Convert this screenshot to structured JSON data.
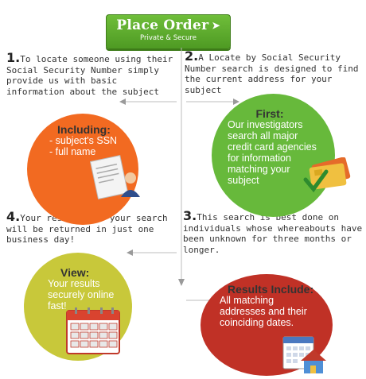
{
  "order_button": {
    "title": "Place Order",
    "subtitle": "Private & Secure"
  },
  "steps": [
    {
      "num": "1.",
      "text": "To locate someone using their Social Security Number simply provide us with basic information about the subject"
    },
    {
      "num": "2.",
      "text": "A Locate by Social Security Number search is designed to find the current address for your subject"
    },
    {
      "num": "3.",
      "text": "This search is best done on individuals whose whereabouts have been unknown for three months or longer."
    },
    {
      "num": "4.",
      "text": "Your results for your search will be returned in just one business day!"
    }
  ],
  "circles": {
    "including": {
      "title": "Including:",
      "items": [
        "- subject's SSN",
        "- full name"
      ]
    },
    "first": {
      "title": "First:",
      "text": "Our investigators search all major credit card agencies for information matching your subject"
    },
    "view": {
      "title": "View:",
      "text": "Your results securely online fast!"
    },
    "results": {
      "title": "Results Include:",
      "text": "All matching addresses and their coinciding dates."
    }
  },
  "icons": [
    "document-person-icon",
    "credit-card-icon",
    "calendar-icon",
    "house-calendar-icon"
  ],
  "colors": {
    "orange": "#f26a21",
    "green": "#67b93b",
    "olive": "#c8c83a",
    "red": "#c03126",
    "button": "#5aa82b"
  }
}
